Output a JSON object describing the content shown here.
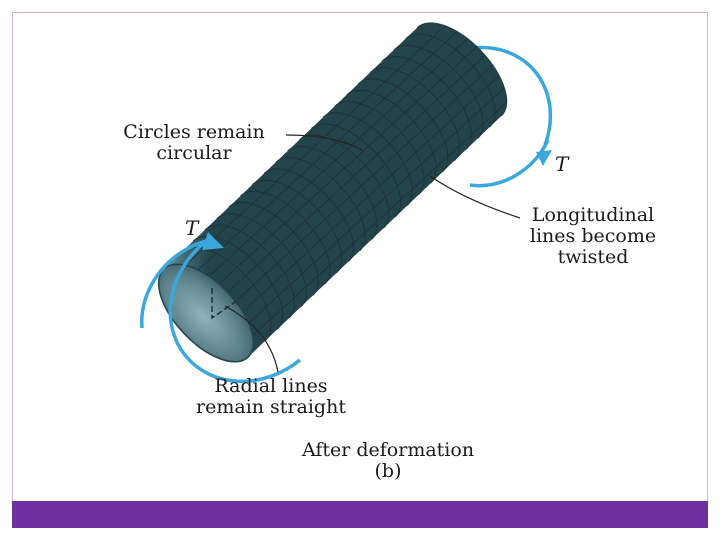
{
  "labels": {
    "circles": [
      "Circles remain",
      "circular"
    ],
    "longitudinal": [
      "Longitudinal",
      "lines become",
      "twisted"
    ],
    "radial": [
      "Radial lines",
      "remain straight"
    ],
    "torque_left": "T",
    "torque_right": "T"
  },
  "caption": {
    "line1": "After deformation",
    "line2": "(b)"
  },
  "colors": {
    "footer": "#7030a0",
    "arrow": "#3aa8dc",
    "shaft_dark": "#2e5560",
    "shaft_light": "#8fb4bc",
    "grid": "#1c3035"
  }
}
